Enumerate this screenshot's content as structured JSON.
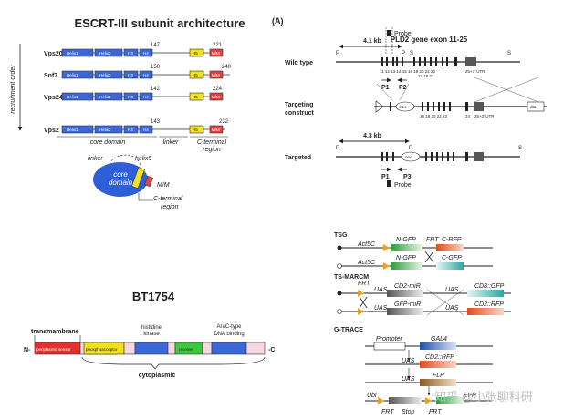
{
  "escrt": {
    "title": "ESCRT-III subunit architecture",
    "axis_label": "recruitment order",
    "domain_names": [
      "Helix1",
      "Helix2",
      "H3",
      "H4",
      "H5",
      "M/M"
    ],
    "rows": [
      {
        "name": "Vps20",
        "mark1": "147",
        "end": "221"
      },
      {
        "name": "Snf7",
        "mark1": "150",
        "end": "240"
      },
      {
        "name": "Vps24",
        "mark1": "142",
        "end": "224"
      },
      {
        "name": "Vps2",
        "mark1": "143",
        "end": "232"
      }
    ],
    "regions": {
      "core": "core domain",
      "linker": "linker",
      "cterm": "C-terminal",
      "cterm2": "region"
    },
    "schematic": {
      "linker": "linker",
      "helix5": "helix5",
      "core1": "core",
      "core2": "domain",
      "mm": "M/M",
      "cterm1": "C-terminal",
      "cterm2": "region"
    }
  },
  "pld2": {
    "panel": "(A)",
    "title": "PLD2 gene  exon 11-25",
    "probe": "Probe",
    "kb1": "4.1 kb",
    "kb2": "4.3 kb",
    "wild": "Wild type",
    "targ1": "Targeting",
    "targ2": "construct",
    "targeted": "Targeted",
    "P": "P",
    "S": "S",
    "p1": "P1",
    "p2": "P2",
    "p3": "P3",
    "neo": "neo",
    "dta": "dta",
    "utr": "25+3' UTR",
    "ex_top": "11 12  13 14  15  16  18  20  22 23",
    "ex_bot": "17  19  21",
    "ex_targ_top": "16  18  20  22 23",
    "ex_24": "24"
  },
  "bt": {
    "title": "BT1754",
    "transmembrane": "transmambrane",
    "n": "N-",
    "c": "-C",
    "periplasmic": "periplasmic sensor",
    "phospho": "phosphoacceptor",
    "hk1": "histidine",
    "hk2": "kinase",
    "receiver": "receiver",
    "arac1": "AraC-type",
    "arac2": "DNA binding",
    "cyto": "cytoplasmic"
  },
  "genetics": {
    "tsg": "TSG",
    "act1": "Act5C",
    "act2": "Act5C",
    "ngfp": "N-GFP",
    "frt": "FRT",
    "crfp": "C-RFP",
    "cgfp": "C-GFP",
    "ts": "TS-MARCM",
    "uas": "UAS",
    "cd2mir": "CD2-miR",
    "gfpmir": "GFP-miR",
    "cd8gfp": "CD8::GFP",
    "cd2rfp": "CD2::RFP",
    "gtrace": "G-TRACE",
    "promoter": "Promoter",
    "gal4": "GAL4",
    "rfp": "CD2::RFP",
    "flp": "FLP",
    "ubi": "Ubi",
    "stop": "Stop",
    "efp": "EFP"
  },
  "watermark": "知乎 @小张聊科研"
}
